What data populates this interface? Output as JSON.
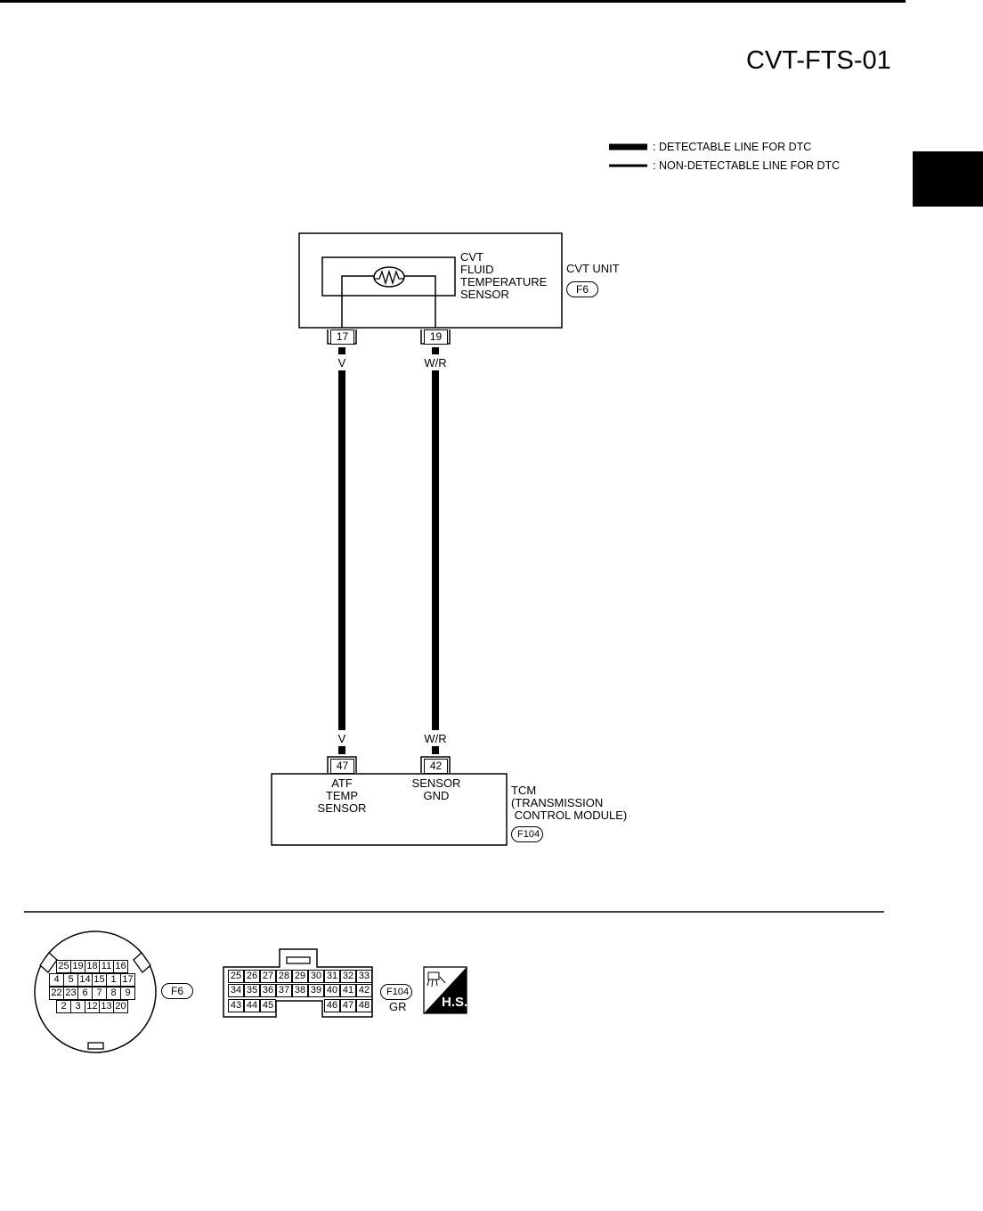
{
  "page": {
    "code": "CVT-FTS-01"
  },
  "legend": {
    "detectable": ": DETECTABLE LINE FOR DTC",
    "non_detectable": ": NON-DETECTABLE LINE FOR DTC"
  },
  "cvt_unit": {
    "name": "CVT UNIT",
    "connector": "F6",
    "sensor_lines": [
      "CVT",
      "FLUID",
      "TEMPERATURE",
      "SENSOR"
    ],
    "pins": [
      "17",
      "19"
    ]
  },
  "wires": [
    {
      "color_code": "V",
      "from_pin": "17",
      "to_pin": "47"
    },
    {
      "color_code": "W/R",
      "from_pin": "19",
      "to_pin": "42"
    }
  ],
  "tcm": {
    "name_lines": [
      "TCM",
      "(TRANSMISSION",
      " CONTROL MODULE)"
    ],
    "connector": "F104",
    "pin_47_lines": [
      "ATF",
      "TEMP",
      "SENSOR"
    ],
    "pin_42_lines": [
      "SENSOR",
      "GND"
    ],
    "pins": [
      "47",
      "42"
    ]
  },
  "connector_f6": {
    "label": "F6",
    "rows": [
      [
        "25",
        "19",
        "18",
        "11",
        "16"
      ],
      [
        "4",
        "5",
        "14",
        "15",
        "1",
        "17"
      ],
      [
        "22",
        "23",
        "6",
        "7",
        "8",
        "9"
      ],
      [
        "2",
        "3",
        "12",
        "13",
        "20"
      ]
    ]
  },
  "connector_f104": {
    "label": "F104",
    "color": "GR",
    "row1": [
      "25",
      "26",
      "27",
      "28",
      "29",
      "30",
      "31",
      "32",
      "33"
    ],
    "row2": [
      "34",
      "35",
      "36",
      "37",
      "38",
      "39",
      "40",
      "41",
      "42"
    ],
    "row3_left": [
      "43",
      "44",
      "45"
    ],
    "row3_right": [
      "46",
      "47",
      "48"
    ]
  },
  "hs_badge": {
    "text": "H.S."
  }
}
